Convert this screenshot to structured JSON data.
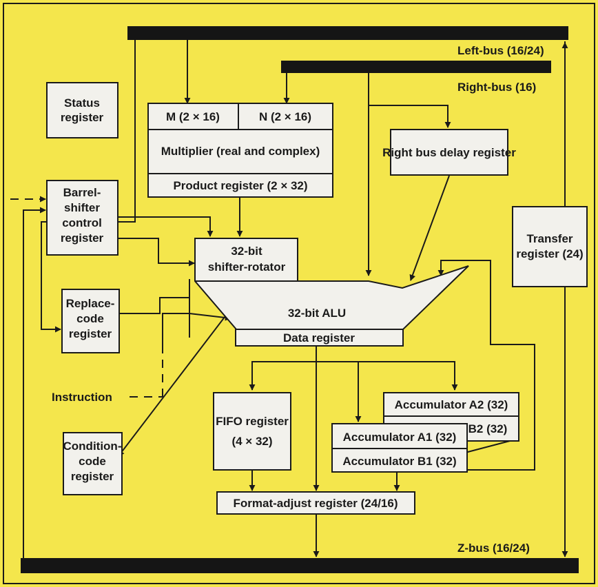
{
  "buses": {
    "left": "Left-bus (16/24)",
    "right": "Right-bus (16)",
    "z": "Z-bus (16/24)"
  },
  "blocks": {
    "status": [
      "Status",
      "register"
    ],
    "barrel": [
      "Barrel-",
      "shifter",
      "control",
      "register"
    ],
    "replace": [
      "Replace-",
      "code",
      "register"
    ],
    "condition": [
      "Condition-",
      "code",
      "register"
    ],
    "mreg": "M (2 × 16)",
    "nreg": "N (2 × 16)",
    "multiplier": "Multiplier (real and complex)",
    "product": "Product register (2 × 32)",
    "shifter": [
      "32-bit",
      "shifter-rotator"
    ],
    "alu": "32-bit ALU",
    "data_reg": "Data register",
    "right_delay": "Right bus delay register",
    "transfer": [
      "Transfer",
      "register (24)"
    ],
    "fifo": [
      "FIFO register",
      "(4 × 32)"
    ],
    "acc_a2": "Accumulator A2 (32)",
    "acc_b2": "B2 (32)",
    "acc_a1": "Accumulator A1 (32)",
    "acc_b1": "Accumulator B1 (32)",
    "format": "Format-adjust register (24/16)"
  },
  "instruction_label": "Instruction"
}
